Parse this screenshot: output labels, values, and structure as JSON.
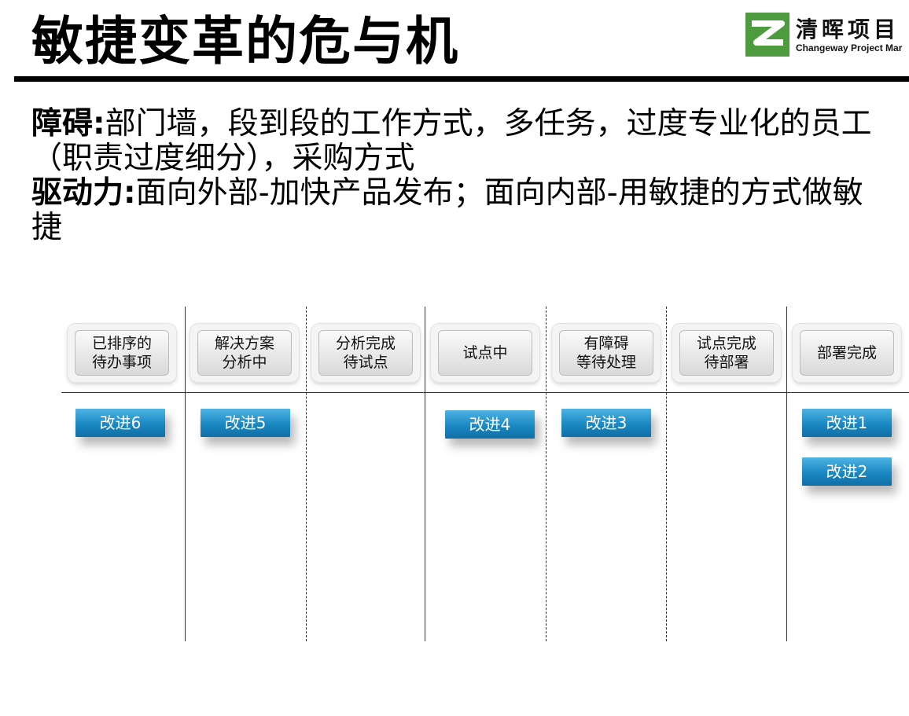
{
  "slide": {
    "title": "敏捷变革的危与机",
    "logo": {
      "name": "清晖项目",
      "subtitle": "Changeway Project Mar"
    },
    "barriers_label": "障碍:",
    "barriers_text": "部门墙，段到段的工作方式，多任务，过度专业化的员工（职责过度细分），采购方式",
    "drivers_label": "驱动力:",
    "drivers_text": "面向外部-加快产品发布；面向内部-用敏捷的方式做敏捷"
  },
  "board": {
    "columns": [
      {
        "label": "已排序的\n待办事项"
      },
      {
        "label": "解决方案\n分析中"
      },
      {
        "label": "分析完成\n待试点"
      },
      {
        "label": "试点中"
      },
      {
        "label": "有障碍\n等待处理"
      },
      {
        "label": "试点完成\n待部署"
      },
      {
        "label": "部署完成"
      }
    ],
    "cards": [
      {
        "label": "改进6",
        "column": 0
      },
      {
        "label": "改进5",
        "column": 1
      },
      {
        "label": "改进4",
        "column": 3
      },
      {
        "label": "改进3",
        "column": 4
      },
      {
        "label": "改进1",
        "column": 6
      },
      {
        "label": "改进2",
        "column": 6
      }
    ]
  },
  "colors": {
    "card": "#1a88c3",
    "logo": "#4e9a3e"
  }
}
